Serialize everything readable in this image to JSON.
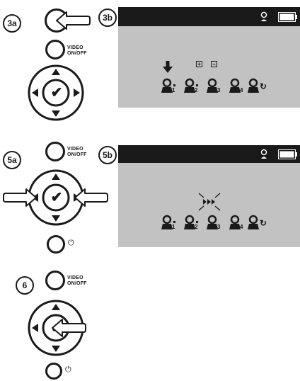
{
  "steps": {
    "s3a": "3a",
    "s3b": "3b",
    "s5a": "5a",
    "s5b": "5b",
    "s6": "6"
  },
  "buttons": {
    "video_label_line1": "VIDEO",
    "video_label_line2": "ON/OFF",
    "ok_symbol": "✔",
    "power_symbol": "⏻"
  },
  "screen": {
    "camera_numbers": [
      "1",
      "2",
      "3",
      "4"
    ],
    "scan_icon": "↻",
    "colors": {
      "background": "#c2c2c2",
      "topbar": "#1a1a1a",
      "battery": "#ffffff"
    }
  },
  "icons": [
    "hand-pointer-icon",
    "arrow-icon",
    "checkmark-icon",
    "camera-icon",
    "battery-icon",
    "scan-icon",
    "power-icon",
    "down-arrow-icon",
    "plus-box-icon"
  ]
}
